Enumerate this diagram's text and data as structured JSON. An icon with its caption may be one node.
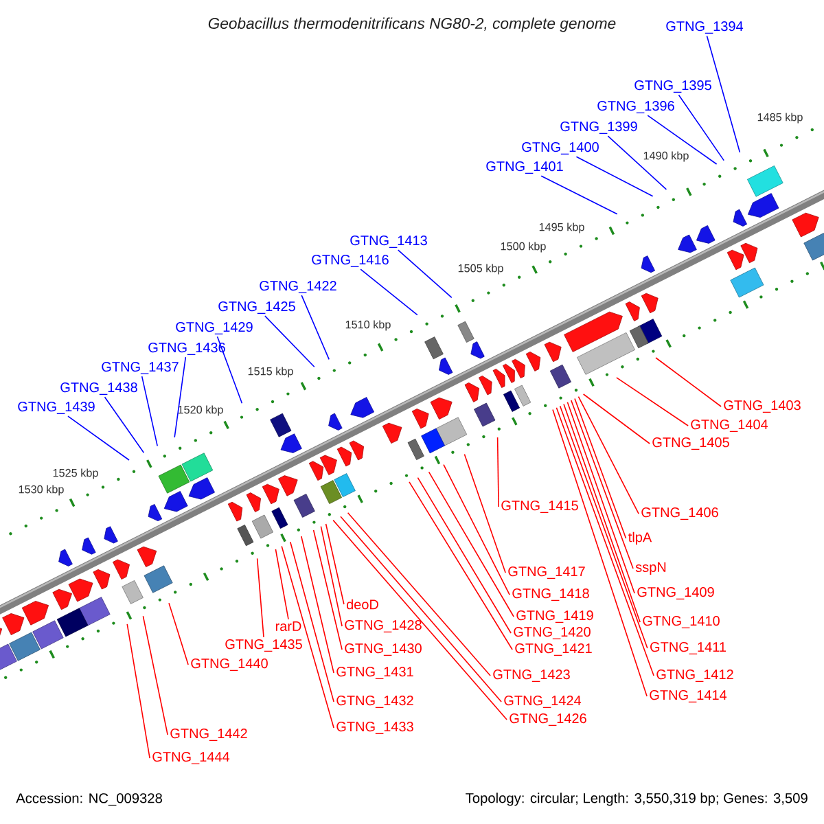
{
  "diagram": {
    "title": "Geobacillus thermodenitrificans NG80-2, complete genome",
    "nodes": [
      {
        "text": [
          "GTNG_1394"
        ]
      },
      {
        "text": [
          "GTNG_1395"
        ]
      },
      {
        "text": [
          "GTNG_1396"
        ]
      },
      {
        "text": [
          "GTNG_1399"
        ]
      },
      {
        "text": [
          "GTNG_1400"
        ]
      },
      {
        "text": [
          "GTNG_1401"
        ]
      },
      {
        "text": [
          "GTNG_1413"
        ]
      },
      {
        "text": [
          "GTNG_1416"
        ]
      },
      {
        "text": [
          "GTNG_1422"
        ]
      },
      {
        "text": [
          "GTNG_1425"
        ]
      },
      {
        "text": [
          "GTNG_1429"
        ]
      },
      {
        "text": [
          "GTNG_1436"
        ]
      },
      {
        "text": [
          "GTNG_1437"
        ]
      },
      {
        "text": [
          "GTNG_1438"
        ]
      },
      {
        "text": [
          "GTNG_1439"
        ]
      },
      {
        "text": [
          "GTNG_1403"
        ]
      },
      {
        "text": [
          "GTNG_1404"
        ]
      },
      {
        "text": [
          "GTNG_1405"
        ]
      },
      {
        "text": [
          "GTNG_1415"
        ]
      },
      {
        "text": [
          "GTNG_1406"
        ]
      },
      {
        "text": [
          "tlpA"
        ]
      },
      {
        "text": [
          "sspN"
        ]
      },
      {
        "text": [
          "GTNG_1417"
        ]
      },
      {
        "text": [
          "GTNG_1409"
        ]
      },
      {
        "text": [
          "GTNG_1418"
        ]
      },
      {
        "text": [
          "GTNG_1419"
        ]
      },
      {
        "text": [
          "GTNG_1410"
        ]
      },
      {
        "text": [
          "rarD"
        ]
      },
      {
        "text": [
          "deoD"
        ]
      },
      {
        "text": [
          "GTNG_1420"
        ]
      },
      {
        "text": [
          "GTNG_1435"
        ]
      },
      {
        "text": [
          "GTNG_1421"
        ]
      },
      {
        "text": [
          "GTNG_1431"
        ]
      },
      {
        "text": [
          "GTNG_1428"
        ]
      },
      {
        "text": [
          "GTNG_1411"
        ]
      },
      {
        "text": [
          "GTNG_1440"
        ]
      },
      {
        "text": [
          "GTNG_1430"
        ]
      },
      {
        "text": [
          "GTNG_1423"
        ]
      },
      {
        "text": [
          "GTNG_1412"
        ]
      },
      {
        "text": [
          "GTNG_1414"
        ]
      },
      {
        "text": [
          "GTNG_1432"
        ]
      },
      {
        "text": [
          "GTNG_1424"
        ]
      },
      {
        "text": [
          "GTNG_1426"
        ]
      },
      {
        "text": [
          "GTNG_1433"
        ]
      },
      {
        "text": [
          "GTNG_1442"
        ]
      },
      {
        "text": [
          "GTNG_1444"
        ]
      }
    ],
    "edges": [
      {
        "from": 0,
        "to": null,
        "arrow": "none",
        "color": "#0000ff"
      },
      {
        "from": 1,
        "to": null,
        "arrow": "none",
        "color": "#0000ff"
      },
      {
        "from": 2,
        "to": null,
        "arrow": "none",
        "color": "#0000ff"
      },
      {
        "from": 3,
        "to": null,
        "arrow": "none",
        "color": "#0000ff"
      },
      {
        "from": 4,
        "to": null,
        "arrow": "none",
        "color": "#0000ff"
      },
      {
        "from": 5,
        "to": null,
        "arrow": "none",
        "color": "#0000ff"
      },
      {
        "from": 6,
        "to": null,
        "arrow": "none",
        "color": "#0000ff"
      },
      {
        "from": 7,
        "to": null,
        "arrow": "none",
        "color": "#0000ff"
      },
      {
        "from": 8,
        "to": null,
        "arrow": "none",
        "color": "#0000ff"
      },
      {
        "from": 9,
        "to": null,
        "arrow": "none",
        "color": "#0000ff"
      },
      {
        "from": 10,
        "to": null,
        "arrow": "none",
        "color": "#0000ff"
      },
      {
        "from": 11,
        "to": null,
        "arrow": "none",
        "color": "#0000ff"
      },
      {
        "from": 12,
        "to": null,
        "arrow": "none",
        "color": "#0000ff"
      },
      {
        "from": 13,
        "to": null,
        "arrow": "none",
        "color": "#0000ff"
      },
      {
        "from": 14,
        "to": null,
        "arrow": "none",
        "color": "#0000ff"
      },
      {
        "from": 15,
        "to": null,
        "arrow": "none"
      },
      {
        "from": 16,
        "to": null,
        "arrow": "none"
      },
      {
        "from": 17,
        "to": null,
        "arrow": "none"
      },
      {
        "from": 18,
        "to": null,
        "arrow": "none"
      },
      {
        "from": 19,
        "to": null,
        "arrow": "none"
      },
      {
        "from": 20,
        "to": null,
        "arrow": "none"
      },
      {
        "from": 21,
        "to": null,
        "arrow": "none"
      },
      {
        "from": 22,
        "to": null,
        "arrow": "none"
      },
      {
        "from": 23,
        "to": null,
        "arrow": "none"
      },
      {
        "from": 24,
        "to": null,
        "arrow": "none"
      },
      {
        "from": 25,
        "to": null,
        "arrow": "none"
      },
      {
        "from": 26,
        "to": null,
        "arrow": "none"
      },
      {
        "from": 27,
        "to": null,
        "arrow": "none"
      },
      {
        "from": 28,
        "to": null,
        "arrow": "none"
      },
      {
        "from": 29,
        "to": null,
        "arrow": "none"
      },
      {
        "from": 30,
        "to": null,
        "arrow": "none"
      },
      {
        "from": 31,
        "to": null,
        "arrow": "none"
      },
      {
        "from": 32,
        "to": null,
        "arrow": "none"
      },
      {
        "from": 33,
        "to": null,
        "arrow": "none"
      },
      {
        "from": 34,
        "to": null,
        "arrow": "none"
      },
      {
        "from": 35,
        "to": null,
        "arrow": "none"
      },
      {
        "from": 36,
        "to": null,
        "arrow": "none"
      },
      {
        "from": 37,
        "to": null,
        "arrow": "none"
      },
      {
        "from": 38,
        "to": null,
        "arrow": "none"
      },
      {
        "from": 39,
        "to": null,
        "arrow": "none"
      },
      {
        "from": 40,
        "to": null,
        "arrow": "none"
      },
      {
        "from": 41,
        "to": null,
        "arrow": "none"
      },
      {
        "from": 42,
        "to": null,
        "arrow": "none"
      },
      {
        "from": 43,
        "to": null,
        "arrow": "none"
      },
      {
        "from": 44,
        "to": null,
        "arrow": "none"
      },
      {
        "from": 45,
        "to": null,
        "arrow": "none"
      }
    ],
    "labels": [
      "1485 kbp",
      "1490 kbp",
      "1495 kbp",
      "1500 kbp",
      "1505 kbp",
      "1510 kbp",
      "1515 kbp",
      "1520 kbp",
      "1525 kbp",
      "1530 kbp",
      "Accession: NC_009328",
      "Topology: circular; Length: 3,550,319 bp; Genes: 3,509"
    ]
  }
}
